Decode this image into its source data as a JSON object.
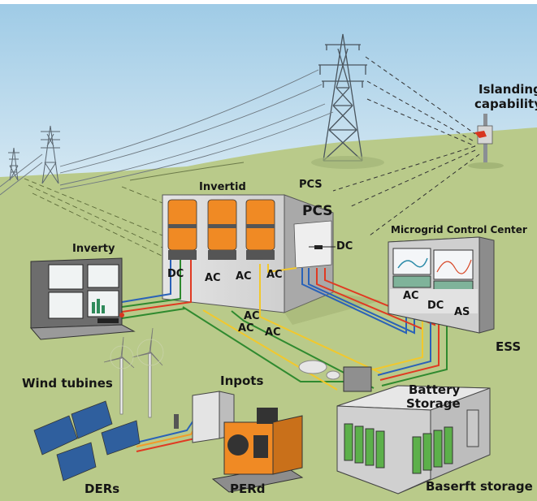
{
  "diagram": {
    "title": "Microgrid system illustration",
    "colors": {
      "sky_top": "#9fcbe6",
      "sky_bottom": "#e6f1f6",
      "ground": "#b9ca8a",
      "ground_dark": "#a9bc78",
      "inverter_orange": "#f08a24",
      "cabinet_grey": "#d9d9d9",
      "wire_red": "#e03a22",
      "wire_blue": "#2a62b8",
      "wire_green": "#2f8a2f",
      "wire_yellow": "#f2c82c",
      "wire_orange": "#f29a2a",
      "battery_green": "#5cb04a",
      "solar_blue": "#2f5f9e"
    },
    "labels": {
      "islanding": [
        "Islanding",
        "capability"
      ],
      "invertid": "Invertid",
      "pcs_top": "PCS",
      "pcs_box": "PCS",
      "pcs_dc": "DC",
      "microgrid_control_center": "Microgrid Control Center",
      "mcc_ac": "AC",
      "mcc_dc": "DC",
      "mcc_as": "AS",
      "inverty": "Inverty",
      "inverter_dc": "DC",
      "inverter_ac1": "AC",
      "inverter_ac2": "AC",
      "inverter_ac3": "AC",
      "ground_ac1": "AC",
      "ground_ac2": "AC",
      "ground_ac3": "AC",
      "ess": "ESS",
      "battery_storage": [
        "Battery",
        "Storage"
      ],
      "baserft_storage": "Baserft storage",
      "wind_turbines": "Wind tubines",
      "inpots": "Inpots",
      "ders": "DERs",
      "perd": "PERd"
    }
  }
}
